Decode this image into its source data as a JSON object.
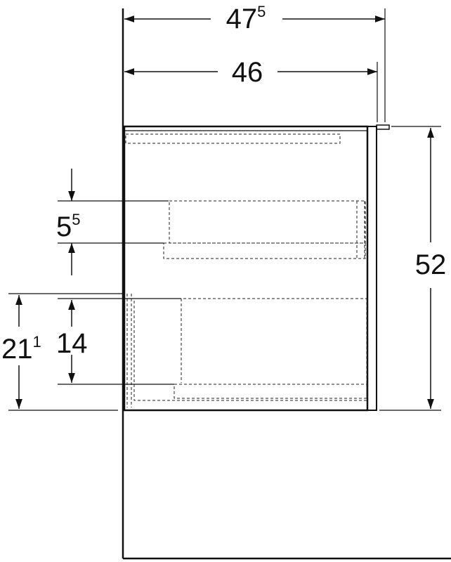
{
  "dimensions": {
    "width_outer": {
      "main": "47",
      "sup": "5"
    },
    "width_inner": {
      "main": "46",
      "sup": ""
    },
    "height_total": {
      "main": "52",
      "sup": ""
    },
    "drawer_gap": {
      "main": "5",
      "sup": "5"
    },
    "height_bottom_outer": {
      "main": "21",
      "sup": "1"
    },
    "height_bottom_inner": {
      "main": "14",
      "sup": ""
    }
  },
  "colors": {
    "line": "#111111",
    "dashed": "#222222"
  }
}
